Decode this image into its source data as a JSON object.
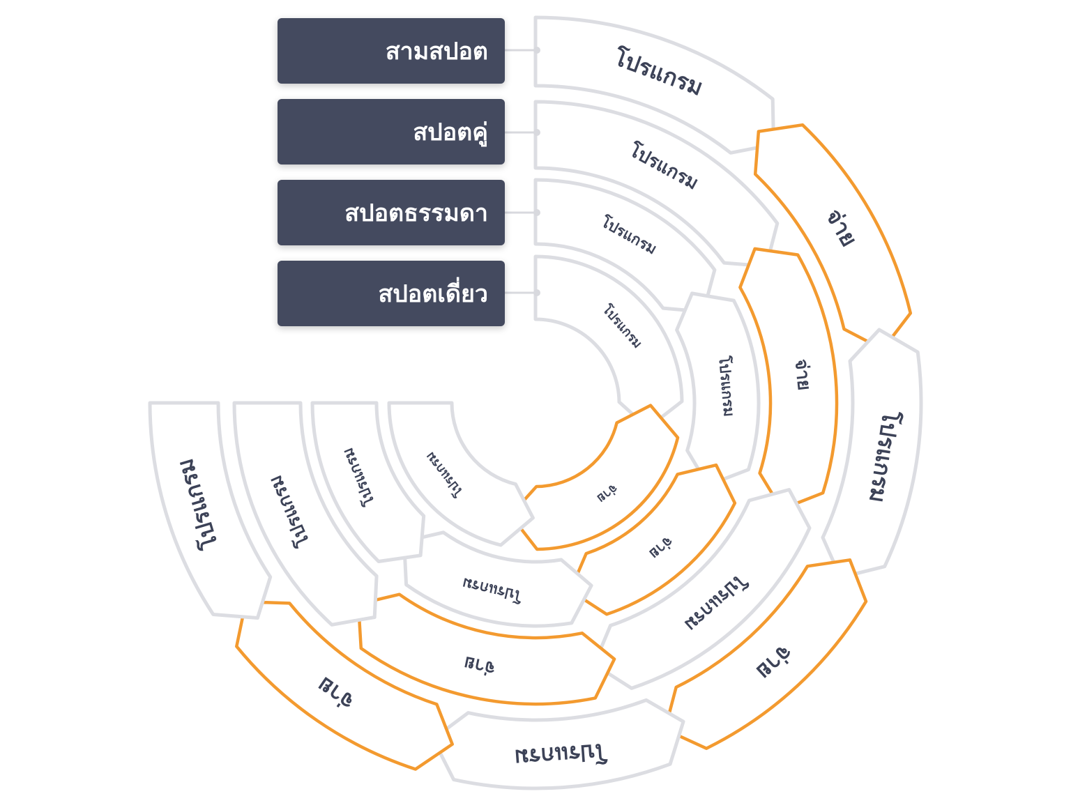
{
  "spot_labels": [
    {
      "id": "triple",
      "label": "สามสปอต"
    },
    {
      "id": "double",
      "label": "สปอตคู่"
    },
    {
      "id": "regular",
      "label": "สปอตธรรมดา"
    },
    {
      "id": "single",
      "label": "สปอตเดี่ยว"
    }
  ],
  "rings": [
    {
      "spot": "สามสปอต",
      "segments": [
        {
          "kind": "program",
          "text": "โปรแกรม"
        },
        {
          "kind": "pay",
          "text": "จ่าย"
        },
        {
          "kind": "program",
          "text": "โปรแกรม"
        },
        {
          "kind": "pay",
          "text": "จ่าย"
        },
        {
          "kind": "program",
          "text": "โปรแกรม"
        },
        {
          "kind": "pay",
          "text": "จ่าย"
        },
        {
          "kind": "program",
          "text": "โปรแกรม"
        }
      ]
    },
    {
      "spot": "สปอตคู่",
      "segments": [
        {
          "kind": "program",
          "text": "โปรแกรม"
        },
        {
          "kind": "pay",
          "text": "จ่าย"
        },
        {
          "kind": "program",
          "text": "โปรแกรม"
        },
        {
          "kind": "pay",
          "text": "จ่าย"
        },
        {
          "kind": "program",
          "text": "โปรแกรม"
        }
      ]
    },
    {
      "spot": "สปอตธรรมดา",
      "segments": [
        {
          "kind": "program",
          "text": "โปรแกรม"
        },
        {
          "kind": "program",
          "text": "โปรแกรม"
        },
        {
          "kind": "pay",
          "text": "จ่าย"
        },
        {
          "kind": "program",
          "text": "โปรแกรม"
        },
        {
          "kind": "program",
          "text": "โปรแกรม"
        }
      ]
    },
    {
      "spot": "สปอตเดี่ยว",
      "segments": [
        {
          "kind": "program",
          "text": "โปรแกรม"
        },
        {
          "kind": "pay",
          "text": "จ่าย"
        },
        {
          "kind": "program",
          "text": "โปรแกรม"
        }
      ]
    }
  ]
}
